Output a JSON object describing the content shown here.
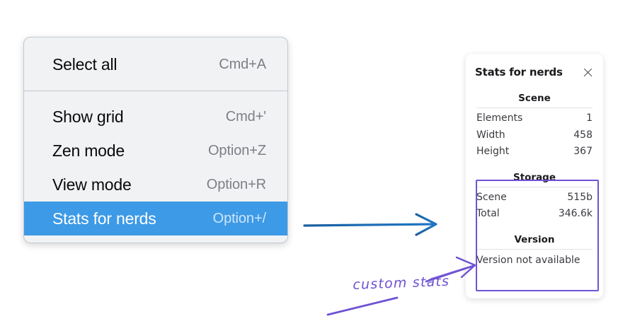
{
  "colors": {
    "menu_background": "#f1f2f4",
    "menu_border": "#c3c7cd",
    "menu_selected": "#3d9ae6",
    "shortcut_text": "#7c7f85",
    "annotation_purple": "#6f52d4",
    "annotation_blue": "#1f6cb0",
    "highlight_box": "#6f52d4"
  },
  "context_menu": {
    "groups": [
      {
        "items": [
          {
            "label": "Select all",
            "shortcut": "Cmd+A",
            "selected": false
          }
        ]
      },
      {
        "items": [
          {
            "label": "Show grid",
            "shortcut": "Cmd+'",
            "selected": false
          },
          {
            "label": "Zen mode",
            "shortcut": "Option+Z",
            "selected": false
          },
          {
            "label": "View mode",
            "shortcut": "Option+R",
            "selected": false
          },
          {
            "label": "Stats for nerds",
            "shortcut": "Option+/",
            "selected": true
          }
        ]
      }
    ]
  },
  "stats_panel": {
    "title": "Stats for nerds",
    "close_icon": "close-icon",
    "sections": [
      {
        "heading": "Scene",
        "rows": [
          {
            "key": "Elements",
            "value": "1"
          },
          {
            "key": "Width",
            "value": "458"
          },
          {
            "key": "Height",
            "value": "367"
          }
        ]
      },
      {
        "heading": "Storage",
        "rows": [
          {
            "key": "Scene",
            "value": "515b"
          },
          {
            "key": "Total",
            "value": "346.6k"
          }
        ]
      },
      {
        "heading": "Version",
        "note": "Version not available"
      }
    ]
  },
  "annotations": {
    "label": "custom stats",
    "blue_arrow": "arrow-right-icon",
    "purple_arrow": "arrow-up-right-icon",
    "purple_underline": "underline-stroke-icon"
  }
}
